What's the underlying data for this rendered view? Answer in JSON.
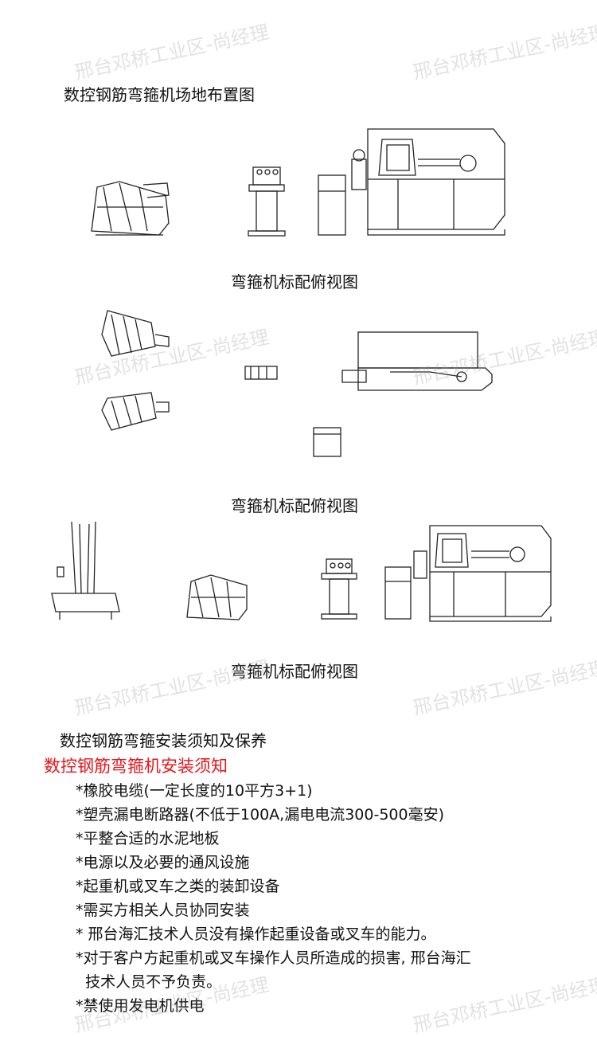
{
  "watermark": "邢台邓桥工业区-尚经理",
  "layout_title": "数控钢筋弯箍机场地布置图",
  "captions": [
    "弯箍机标配俯视图",
    "弯箍机标配俯视图",
    "弯箍机标配俯视图"
  ],
  "section_title": "数控钢筋弯箍安装须知及保养",
  "notice_title": "数控钢筋弯箍机安装须知",
  "notice_items": [
    "*橡胶电缆(一定长度的10平方3+1)",
    "*塑壳漏电断路器(不低于100A,漏电电流300-500毫安)",
    "*平整合适的水泥地板",
    "*电源以及必要的通风设施",
    "*起重机或叉车之类的装卸设备",
    "*需买方相关人员协同安装",
    "* 邢台海汇技术人员没有操作起重设备或叉车的能力。",
    "*对于客户方起重机或叉车操作人员所造成的损害, 邢台海汇",
    "  技术人员不予负责。",
    "*禁使用发电机供电"
  ],
  "colors": {
    "notice_title": "#e8141b",
    "text": "#111111"
  }
}
